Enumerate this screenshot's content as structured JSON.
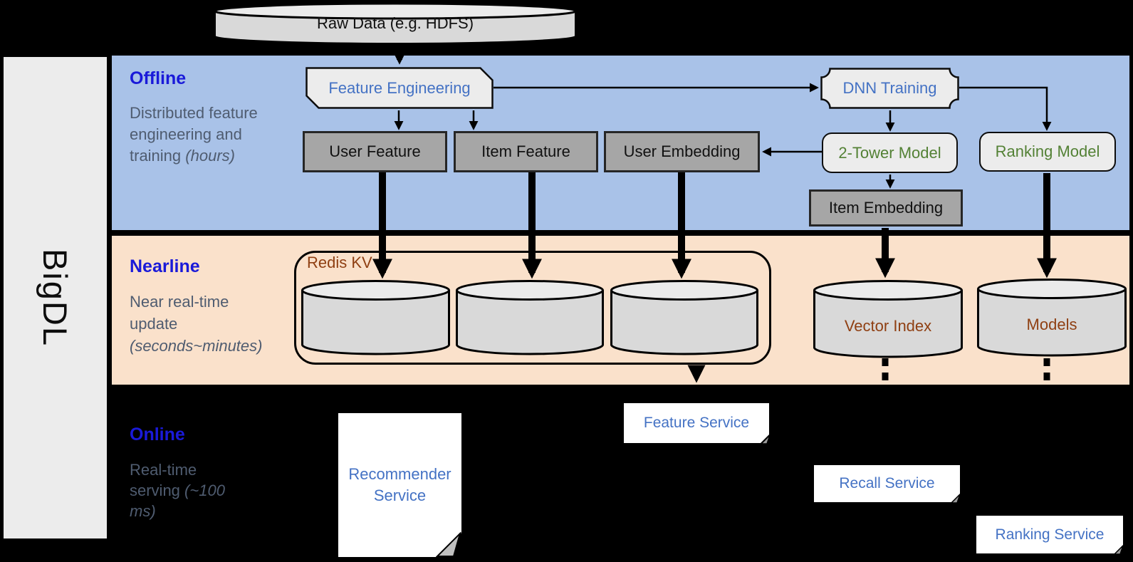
{
  "brand": {
    "label": "BigDL"
  },
  "raw_data": {
    "label": "Raw Data (e.g. HDFS)"
  },
  "sections": {
    "offline": {
      "title": "Offline",
      "desc": "Distributed feature engineering and training ",
      "desc_italic": "(hours)"
    },
    "nearline": {
      "title": "Nearline",
      "desc": "Near real-time update ",
      "desc_italic": "(seconds~minutes)"
    },
    "online": {
      "title": "Online",
      "desc": "Real-time serving ",
      "desc_italic": "(~100 ms)"
    }
  },
  "nodes": {
    "feature_engineering": "Feature Engineering",
    "dnn_training": "DNN Training",
    "user_feature": "User Feature",
    "item_feature": "Item Feature",
    "user_embedding": "User Embedding",
    "two_tower_model": "2-Tower Model",
    "ranking_model": "Ranking Model",
    "item_embedding": "Item Embedding",
    "redis_kv": "Redis KV",
    "vector_index": "Vector Index",
    "models": "Models",
    "recommender_service": "Recommender Service",
    "feature_service": "Feature Service",
    "recall_service": "Recall Service",
    "ranking_service": "Ranking Service"
  },
  "colors": {
    "background": "#000000",
    "band_offline_blue": "#a9c2e8",
    "band_nearline_peach": "#fae1cb",
    "section_title_blue": "#1a1ad9",
    "description_gray": "#4f5c70",
    "process_text_blue": "#4472c4",
    "model_text_green": "#538135",
    "storage_text_brown": "#8f3f12",
    "dark_gray_box": "#a6a6a6",
    "light_gray_box": "#ececec",
    "cylinder_gray": "#d9d9d9",
    "sidebar_gray": "#ececec"
  }
}
